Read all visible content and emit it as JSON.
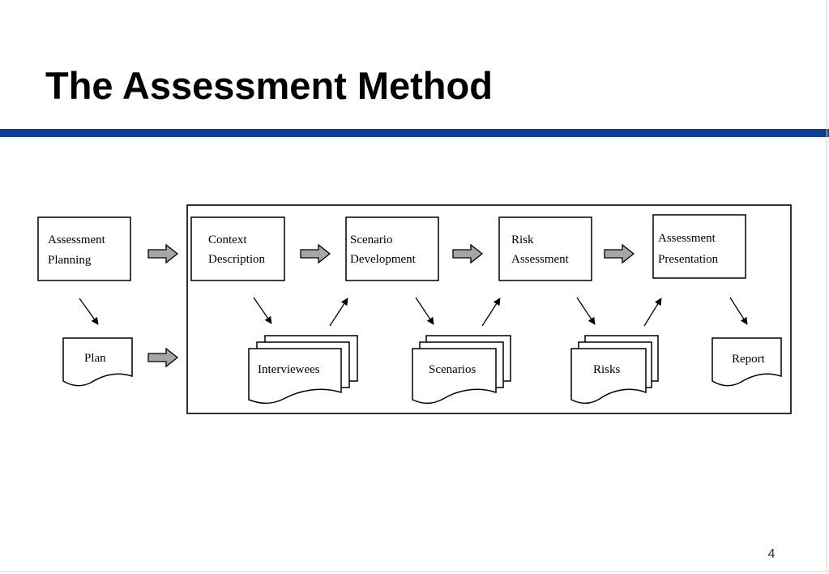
{
  "title": "The Assessment Method",
  "page_number": "4",
  "colors": {
    "accent_rule": "#0f3c96",
    "process_arrow_fill": "#a6a6a6"
  },
  "steps": {
    "planning": {
      "line1": "Assessment",
      "line2": "Planning"
    },
    "context": {
      "line1": "Context",
      "line2": "Description"
    },
    "scenario": {
      "line1": "Scenario",
      "line2": "Development"
    },
    "risk": {
      "line1": "Risk",
      "line2": "Assessment"
    },
    "presentation": {
      "line1": "Assessment",
      "line2": "Presentation"
    }
  },
  "artifacts": {
    "plan": "Plan",
    "interviewees": "Interviewees",
    "scenarios": "Scenarios",
    "risks": "Risks",
    "report": "Report"
  }
}
